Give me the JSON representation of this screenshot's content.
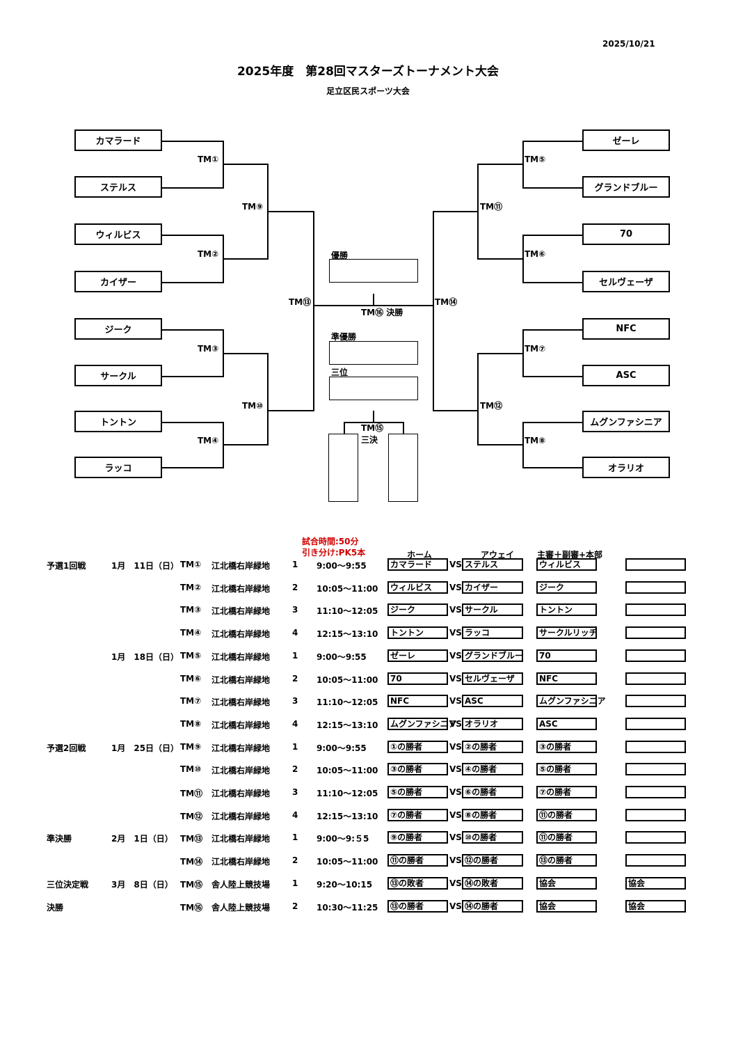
{
  "header": {
    "date": "2025/10/21",
    "title": "2025年度　第28回マスターズトーナメント大会",
    "subtitle": "足立区民スポーツ大会"
  },
  "bracket": {
    "left_teams": [
      "カマラード",
      "ステルス",
      "ウィルビス",
      "カイザー",
      "ジーク",
      "サークル",
      "トントン",
      "ラッコ"
    ],
    "right_teams": [
      "ゼーレ",
      "グランドブルー",
      "70",
      "セルヴェーザ",
      "NFC",
      "ASC",
      "ムグンファシニア",
      "オラリオ"
    ],
    "match_labels": {
      "tm1": "TM①",
      "tm2": "TM②",
      "tm3": "TM③",
      "tm4": "TM④",
      "tm5": "TM⑤",
      "tm6": "TM⑥",
      "tm7": "TM⑦",
      "tm8": "TM⑧",
      "tm9": "TM⑨",
      "tm10": "TM⑩",
      "tm11": "TM⑪",
      "tm12": "TM⑫",
      "tm13": "TM⑬",
      "tm14": "TM⑭",
      "final": "TM⑯ 決勝",
      "third": "TM⑮",
      "third_sub": "三決"
    },
    "results": {
      "champion": "優勝",
      "runner_up": "準優勝",
      "third": "三位"
    }
  },
  "notes": {
    "line1": "試合時間:50分",
    "line2": "引き分け:PK5本"
  },
  "columns": {
    "home": "ホーム",
    "away": "アウェイ",
    "referee": "主審＋副審+本部"
  },
  "vs": "VS",
  "schedule": [
    {
      "round": "予選1回戦",
      "date": "1月　11日（日）",
      "match": "TM①",
      "venue": "江北橋右岸緑地",
      "slot": "1",
      "time": "9:00～9:55",
      "home": "カマラード",
      "away": "ステルス",
      "ref": "ウィルビス",
      "extra": ""
    },
    {
      "round": "",
      "date": "",
      "match": "TM②",
      "venue": "江北橋右岸緑地",
      "slot": "2",
      "time": "10:05～11:00",
      "home": "ウィルビス",
      "away": "カイザー",
      "ref": "ジーク",
      "extra": ""
    },
    {
      "round": "",
      "date": "",
      "match": "TM③",
      "venue": "江北橋右岸緑地",
      "slot": "3",
      "time": "11:10～12:05",
      "home": "ジーク",
      "away": "サークル",
      "ref": "トントン",
      "extra": ""
    },
    {
      "round": "",
      "date": "",
      "match": "TM④",
      "venue": "江北橋右岸緑地",
      "slot": "4",
      "time": "12:15～13:10",
      "home": "トントン",
      "away": "ラッコ",
      "ref": "サークルリッチ",
      "extra": ""
    },
    {
      "round": "",
      "date": "1月　18日（日）",
      "match": "TM⑤",
      "venue": "江北橋右岸緑地",
      "slot": "1",
      "time": "9:00～9:55",
      "home": "ゼーレ",
      "away": "グランドブルー",
      "ref": "70",
      "extra": ""
    },
    {
      "round": "",
      "date": "",
      "match": "TM⑥",
      "venue": "江北橋右岸緑地",
      "slot": "2",
      "time": "10:05～11:00",
      "home": "70",
      "away": "セルヴェーザ",
      "ref": "NFC",
      "extra": ""
    },
    {
      "round": "",
      "date": "",
      "match": "TM⑦",
      "venue": "江北橋右岸緑地",
      "slot": "3",
      "time": "11:10～12:05",
      "home": "NFC",
      "away": "ASC",
      "ref": "ムグンファシニア",
      "extra": ""
    },
    {
      "round": "",
      "date": "",
      "match": "TM⑧",
      "venue": "江北橋右岸緑地",
      "slot": "4",
      "time": "12:15～13:10",
      "home": "ムグンファシニア",
      "away": "オラリオ",
      "ref": "ASC",
      "extra": ""
    },
    {
      "round": "予選2回戦",
      "date": "1月　25日（日）",
      "match": "TM⑨",
      "venue": "江北橋右岸緑地",
      "slot": "1",
      "time": "9:00～9:55",
      "home": "①の勝者",
      "away": "②の勝者",
      "ref": "③の勝者",
      "extra": ""
    },
    {
      "round": "",
      "date": "",
      "match": "TM⑩",
      "venue": "江北橋右岸緑地",
      "slot": "2",
      "time": "10:05～11:00",
      "home": "③の勝者",
      "away": "④の勝者",
      "ref": "⑤の勝者",
      "extra": ""
    },
    {
      "round": "",
      "date": "",
      "match": "TM⑪",
      "venue": "江北橋右岸緑地",
      "slot": "3",
      "time": "11:10～12:05",
      "home": "⑤の勝者",
      "away": "⑥の勝者",
      "ref": "⑦の勝者",
      "extra": ""
    },
    {
      "round": "",
      "date": "",
      "match": "TM⑫",
      "venue": "江北橋右岸緑地",
      "slot": "4",
      "time": "12:15～13:10",
      "home": "⑦の勝者",
      "away": "⑧の勝者",
      "ref": "⑪の勝者",
      "extra": ""
    },
    {
      "round": "準決勝",
      "date": "2月　1日（日）",
      "match": "TM⑬",
      "venue": "江北橋右岸緑地",
      "slot": "1",
      "time": "9:00～9:５5",
      "home": "⑨の勝者",
      "away": "⑩の勝者",
      "ref": "⑪の勝者",
      "extra": ""
    },
    {
      "round": "",
      "date": "",
      "match": "TM⑭",
      "venue": "江北橋右岸緑地",
      "slot": "2",
      "time": "10:05～11:00",
      "home": "⑪の勝者",
      "away": "⑫の勝者",
      "ref": "⑬の勝者",
      "extra": ""
    },
    {
      "round": "三位決定戦",
      "date": "3月　8日（日）",
      "match": "TM⑮",
      "venue": "舎人陸上競技場",
      "slot": "1",
      "time": "9:20～10:15",
      "home": "⑬の敗者",
      "away": "⑭の敗者",
      "ref": "協会",
      "extra": "協会"
    },
    {
      "round": "決勝",
      "date": "",
      "match": "TM⑯",
      "venue": "舎人陸上競技場",
      "slot": "2",
      "time": "10:30～11:25",
      "home": "⑬の勝者",
      "away": "⑭の勝者",
      "ref": "協会",
      "extra": "協会"
    }
  ]
}
